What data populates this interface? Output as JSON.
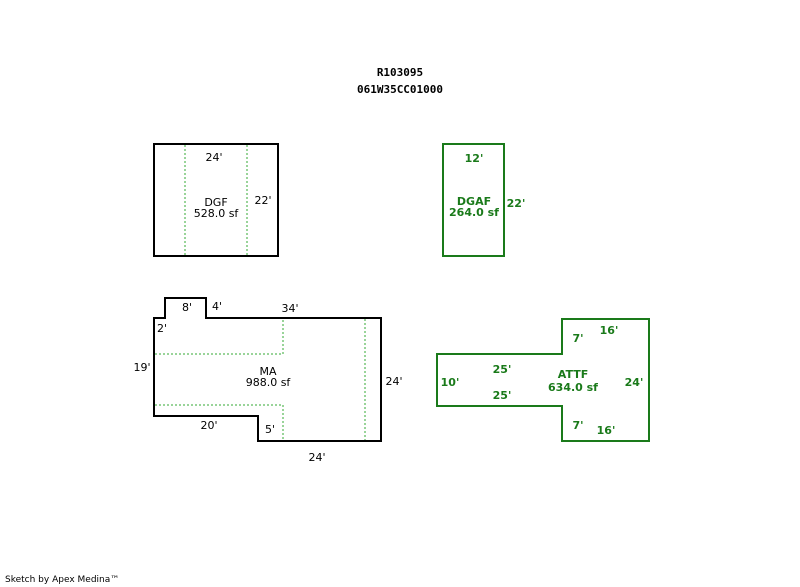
{
  "header": {
    "account": "R103095",
    "parcel": "061W35CC01000"
  },
  "colors": {
    "outline_black": "#000000",
    "outline_green": "#1a7a1a",
    "dotted_green": "#33aa33"
  },
  "areas": {
    "dgf": {
      "name": "DGF",
      "area": "528.0 sf",
      "dims": [
        "24'",
        "22'"
      ]
    },
    "dgaf": {
      "name": "DGAF",
      "area": "264.0 sf",
      "dims": [
        "12'",
        "22'"
      ]
    },
    "ma": {
      "name": "MA",
      "area": "988.0 sf",
      "dims": [
        "8'",
        "4'",
        "34'",
        "2'",
        "19'",
        "24'",
        "20'",
        "5'",
        "24'"
      ]
    },
    "attf": {
      "name": "ATTF",
      "area": "634.0 sf",
      "dims": [
        "7'",
        "16'",
        "25'",
        "10'",
        "25'",
        "24'",
        "7'",
        "16'"
      ]
    }
  },
  "footer": "Sketch by Apex Medina™"
}
